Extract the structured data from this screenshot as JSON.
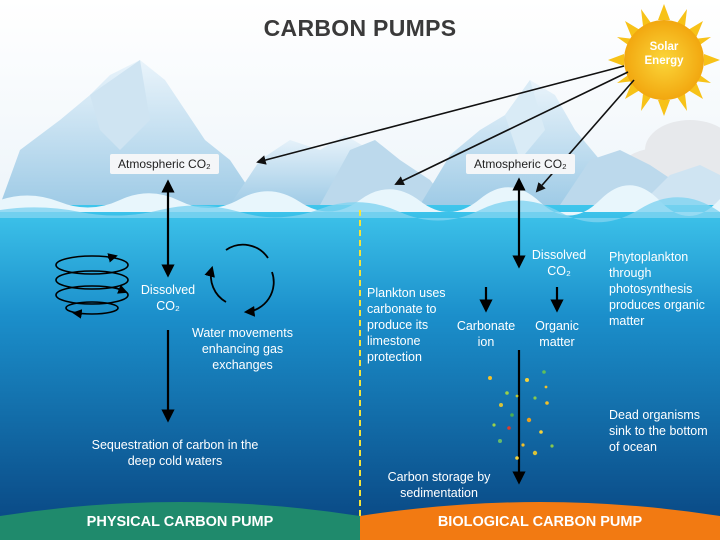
{
  "title": "CARBON PUMPS",
  "solar_energy": "Solar Energy",
  "physical": {
    "atmospheric_co2": "Atmospheric CO₂",
    "dissolved_co2": "Dissolved CO₂",
    "water_movements": "Water movements enhancing gas exchanges",
    "sequestration": "Sequestration of carbon in the deep cold waters",
    "bar_label": "PHYSICAL CARBON PUMP"
  },
  "biological": {
    "atmospheric_co2": "Atmospheric CO₂",
    "dissolved_co2": "Dissolved CO₂",
    "plankton_carbonate": "Plankton uses carbonate to produce its limestone protection",
    "carbonate_ion": "Carbonate ion",
    "organic_matter": "Organic matter",
    "phytoplankton": "Phytoplankton through photosynthesis produces organic matter",
    "dead_organisms": "Dead organisms sink to the bottom of ocean",
    "carbon_storage": "Carbon storage by sedimentation",
    "bar_label": "BIOLOGICAL CARBON PUMP"
  },
  "colors": {
    "ocean_top": "#34bde6",
    "ocean_bottom": "#0a4f8a",
    "physical_bar": "#1f8a6c",
    "biological_bar": "#f27a12",
    "sun": "#f7c218",
    "divider": "#f5e53a"
  }
}
